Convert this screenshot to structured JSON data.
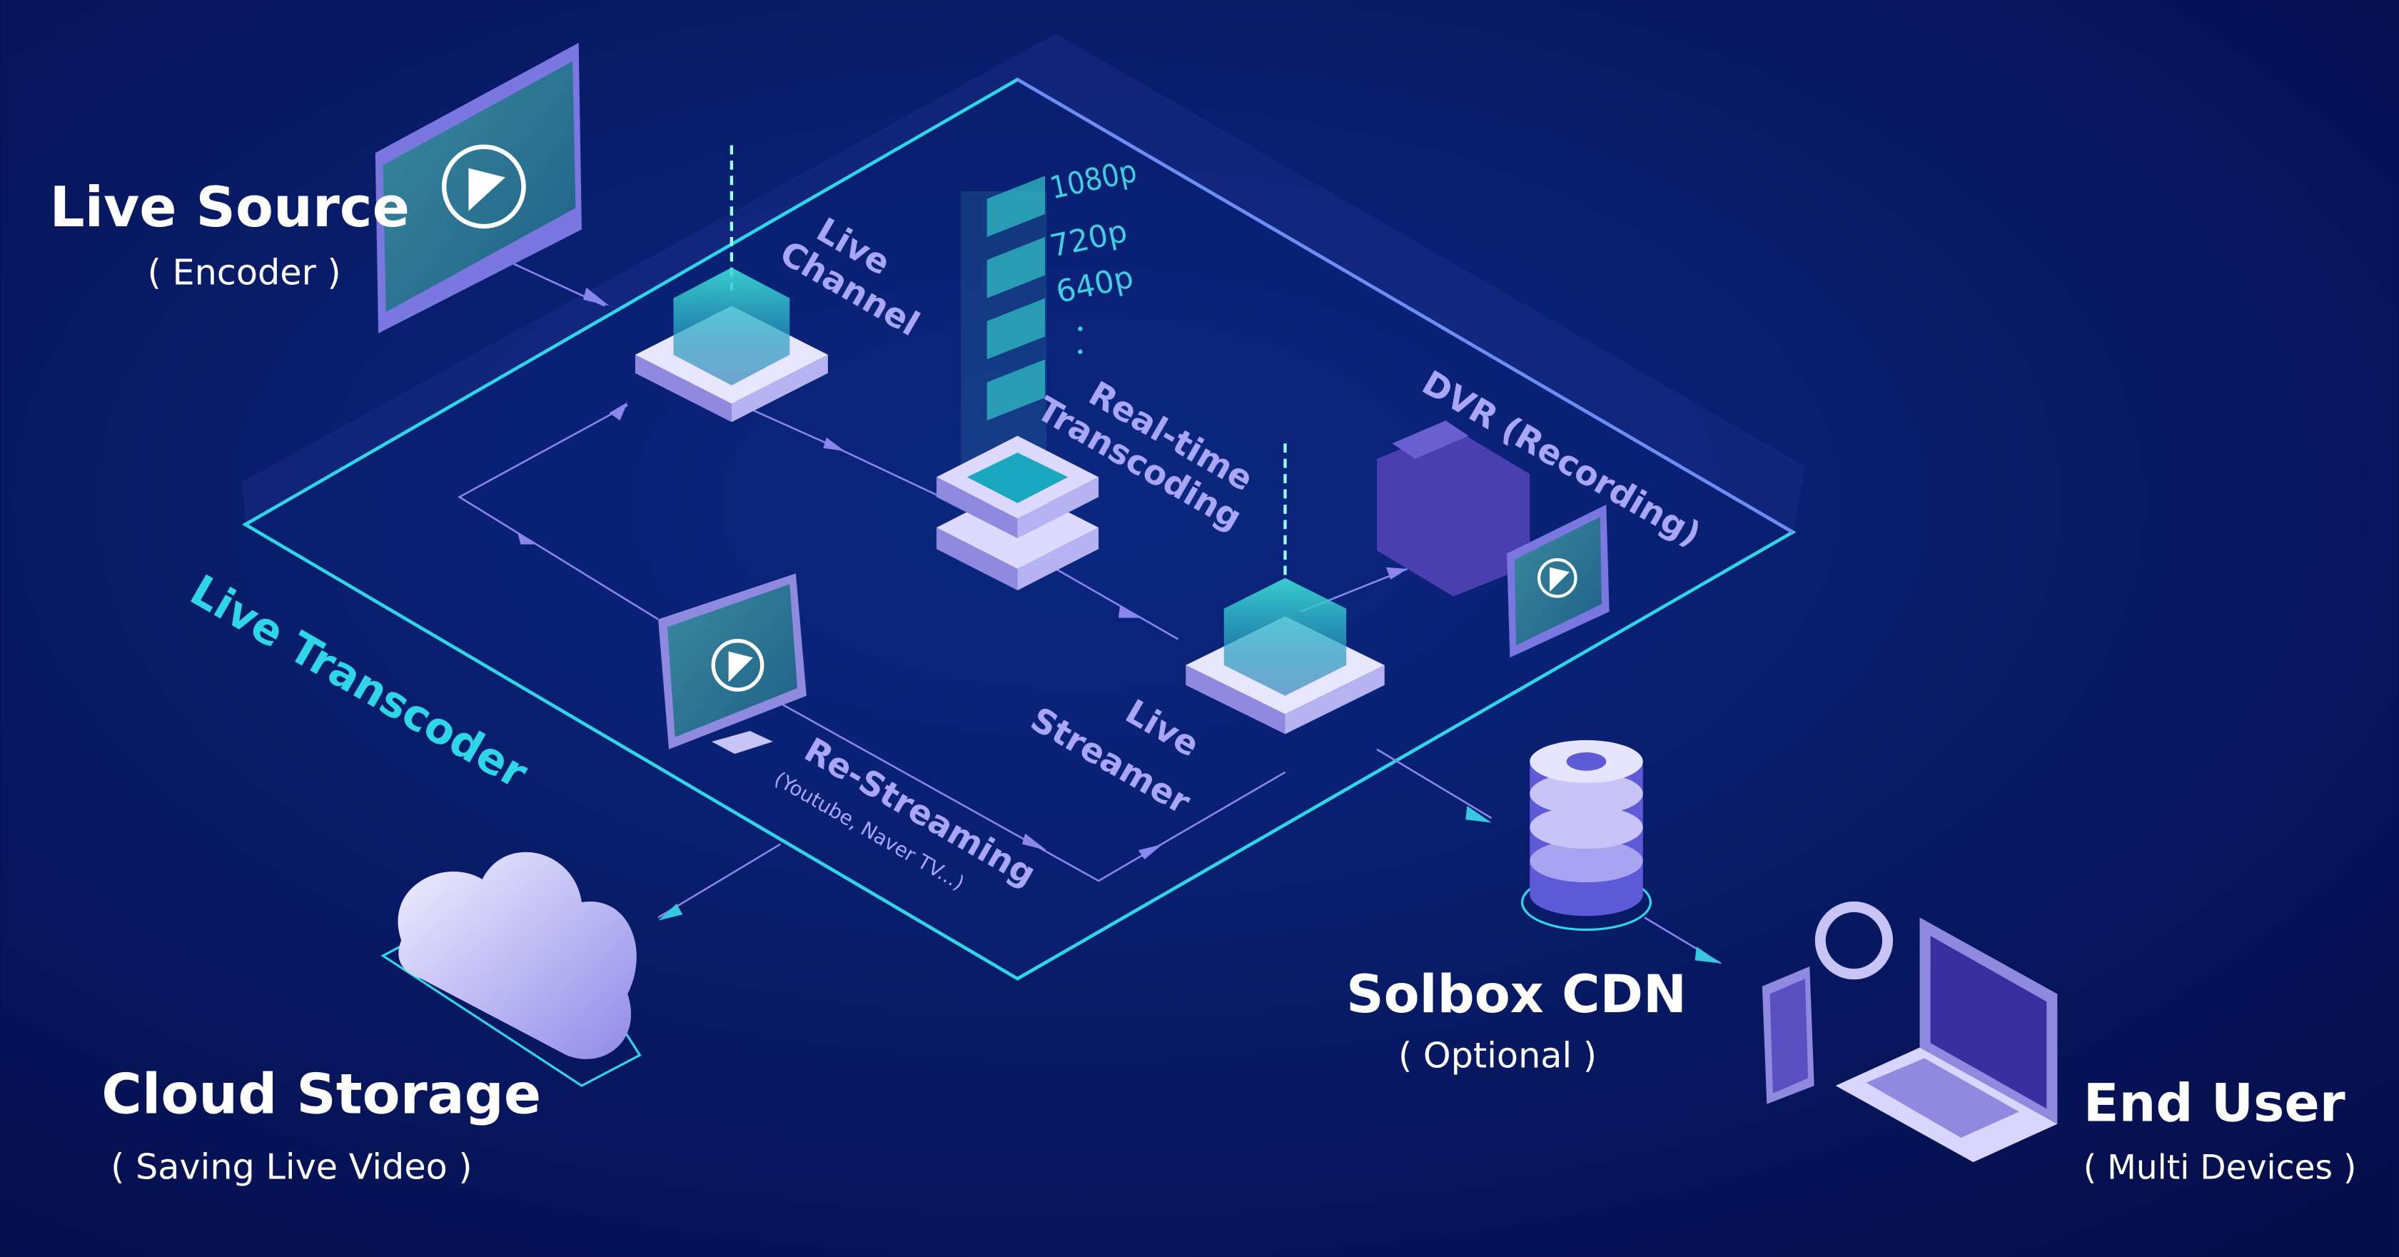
{
  "nodes": {
    "live_source": {
      "title": "Live Source",
      "subtitle": "( Encoder )"
    },
    "cloud_storage": {
      "title": "Cloud Storage",
      "subtitle": "( Saving Live Video )"
    },
    "solbox_cdn": {
      "title": "Solbox CDN",
      "subtitle": "( Optional )"
    },
    "end_user": {
      "title": "End User",
      "subtitle": "( Multi Devices )"
    }
  },
  "iso_labels": {
    "live_transcoder": "Live Transcoder",
    "live_channel_1": "Live",
    "live_channel_2": "Channel",
    "transcoding_1": "Real-time",
    "transcoding_2": "Transcoding",
    "dvr": "DVR (Recording)",
    "streamer_1": "Live",
    "streamer_2": "Streamer",
    "restreaming": "Re-Streaming",
    "restreaming_sub": "(Youtube, Naver TV...)"
  },
  "resolutions": [
    "1080p",
    "720p",
    "640p"
  ],
  "colors": {
    "background": "#061050",
    "boundary": "#2fd6e8",
    "flow": "#8a86ee",
    "label": "#a9a6f7"
  }
}
